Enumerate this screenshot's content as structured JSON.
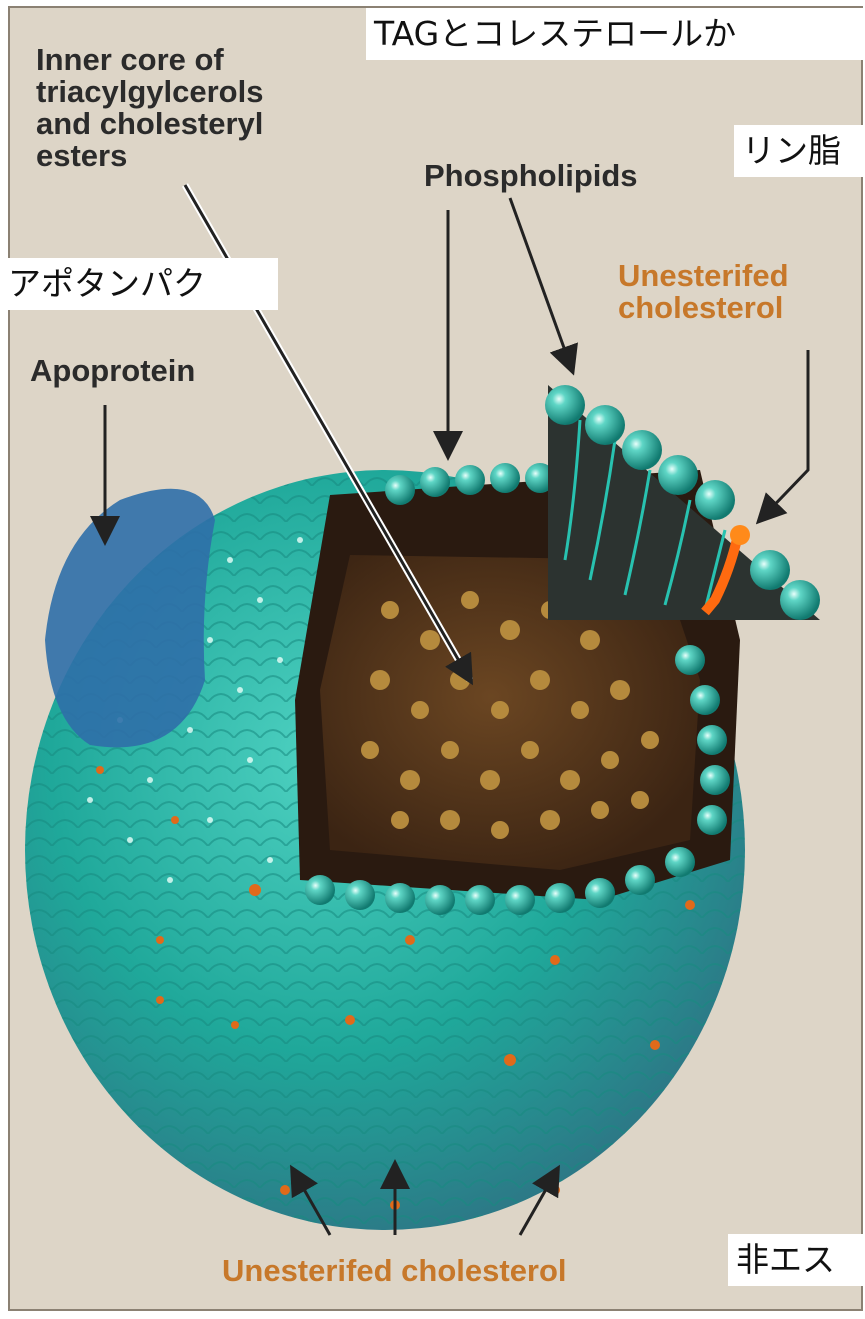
{
  "labels": {
    "inner_core": "Inner core of\ntriacylgylcerols\nand cholesteryl\nesters",
    "phospholipids": "Phospholipids",
    "unesterified_top": "Unesterifed\ncholesterol",
    "apoprotein": "Apoprotein",
    "unesterified_bottom": "Unesterifed cholesterol"
  },
  "overlays": {
    "tag_cholesterol": "TAGとコレステロールか",
    "phospholipid_jp": "リン脂",
    "apoprotein_jp": "アポタンパク",
    "unesterified_jp": "非エス"
  },
  "colors": {
    "background": "#ddd5c7",
    "sphere_teal": "#1fa89a",
    "core_brown": "#5a3a1e",
    "cholesterol_orange": "#e06a1a",
    "apoprotein_blue": "#2f6fa8"
  }
}
